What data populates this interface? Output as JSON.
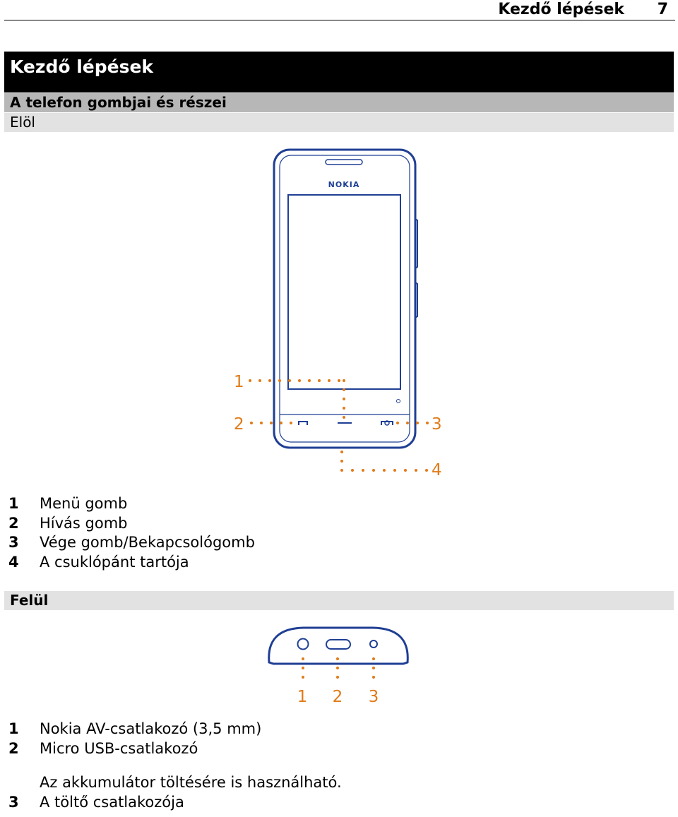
{
  "header": {
    "title": "Kezdő lépések",
    "page": "7"
  },
  "chapter": {
    "title": "Kezdő lépések"
  },
  "section": {
    "title": "A telefon gombjai és részei"
  },
  "front": {
    "subtitle": "Elöl",
    "brand": "NOKIA",
    "callouts": [
      "1",
      "2",
      "3",
      "4"
    ],
    "items": [
      {
        "num": "1",
        "label": "Menü gomb"
      },
      {
        "num": "2",
        "label": "Hívás gomb"
      },
      {
        "num": "3",
        "label": "Vége gomb/Bekapcsológomb"
      },
      {
        "num": "4",
        "label": "A csuklópánt tartója"
      }
    ]
  },
  "top": {
    "subtitle": "Felül",
    "callouts": [
      "1",
      "2",
      "3"
    ],
    "items": [
      {
        "num": "1",
        "label": "Nokia AV-csatlakozó (3,5 mm)"
      },
      {
        "num": "2",
        "label": "Micro USB-csatlakozó"
      }
    ],
    "note": "Az akkumulátor töltésére is használható.",
    "last_item": {
      "num": "3",
      "label": "A töltő csatlakozója"
    }
  },
  "colors": {
    "device_outline": "#1f3f94",
    "callout": "#e07b17",
    "chapter_bg": "#000000",
    "section_bg": "#b7b7b7",
    "subsection_bg": "#e2e2e2"
  }
}
